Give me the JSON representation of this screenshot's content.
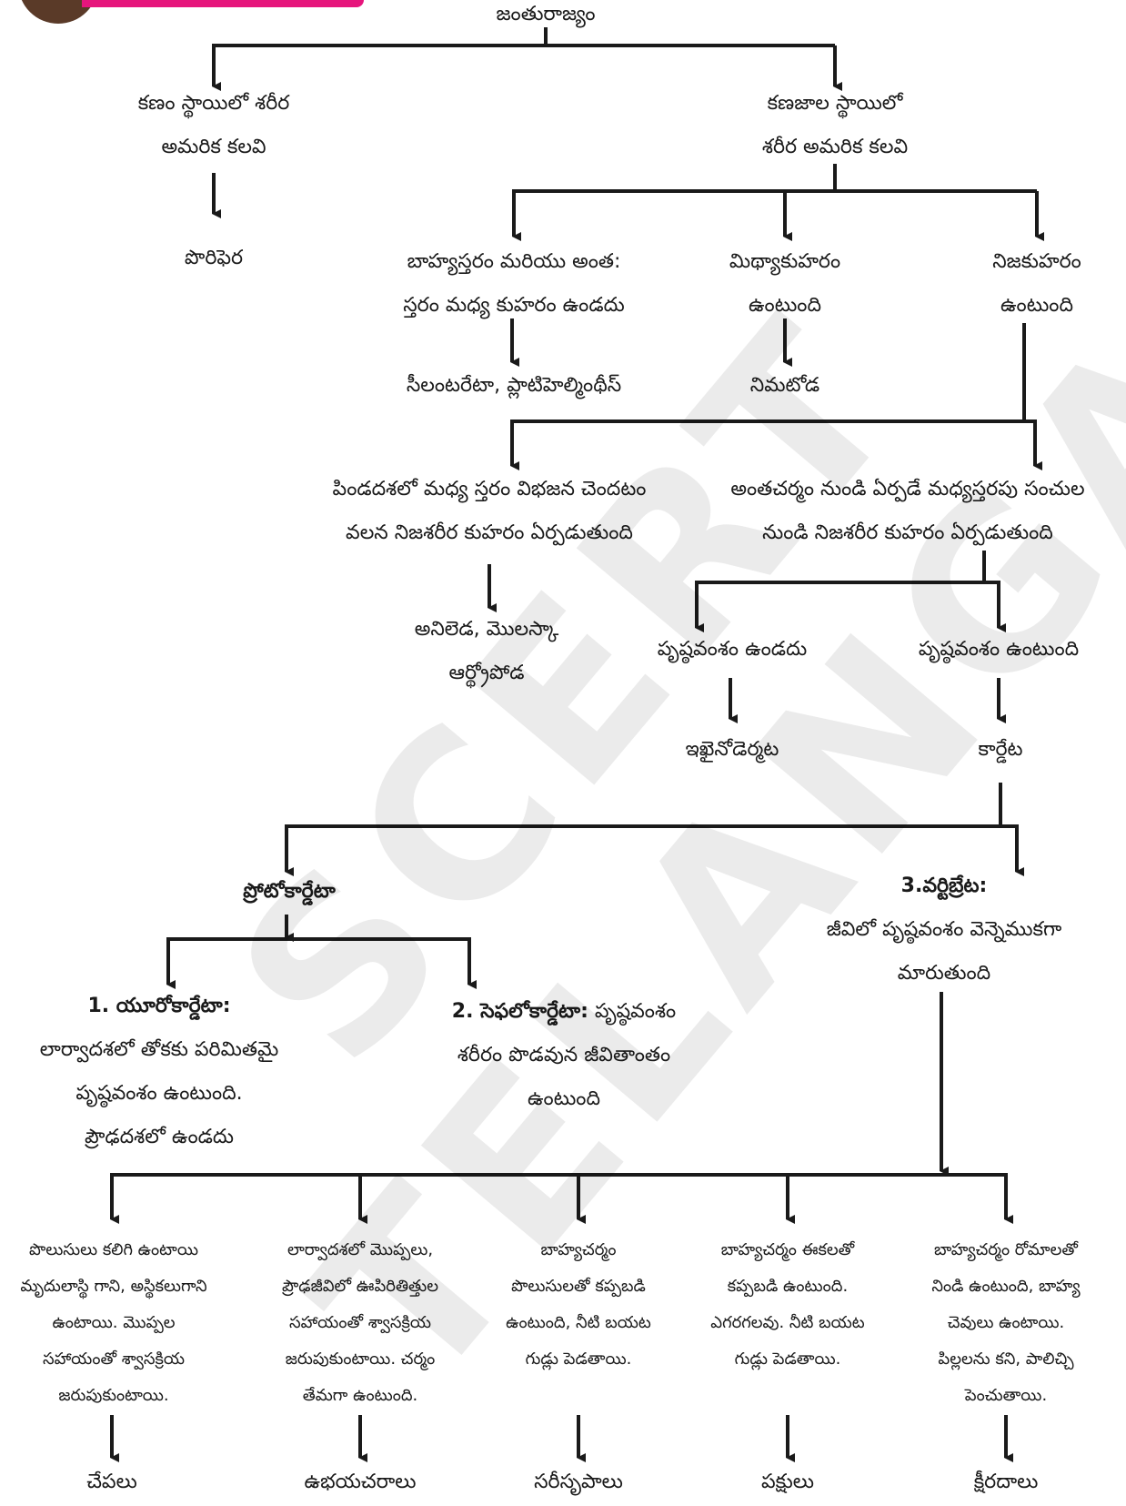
{
  "root": "జంతురాజ్యం",
  "cell_level": [
    "కణం స్థాయిలో శరీర",
    "అమరిక కలవి"
  ],
  "porifera": "పొరిఫెర",
  "tissue_level": [
    "కణజాల స్థాయిలో",
    "శరీర అమరిక కలవి"
  ],
  "acoelom": [
    "బాహ్యస్తరం మరియు అంత:",
    "స్తరం మధ్య కుహరం ఉండదు"
  ],
  "acoelom_groups": "సీలంటరేటా, ప్లాటిహెల్మింథీస్",
  "pseudocoelom": [
    "మిథ్యాకుహరం",
    "ఉంటుంది"
  ],
  "nematoda": "నిమటోడ",
  "coelom": [
    "నిజకుహరం",
    "ఉంటుంది"
  ],
  "schizocoel": [
    "పిండదశలో మధ్య స్తరం విభజన చెందటం",
    "వలన నిజశరీర కుహరం ఏర్పడుతుంది"
  ],
  "schizocoel_groups": [
    "అనిలెడ, మొలస్కా",
    "ఆర్థ్రోపోడ"
  ],
  "enterocoel": [
    "అంతచర్మం నుండి ఏర్పడే మధ్యస్తరపు సంచుల",
    "నుండి నిజశరీర కుహరం ఏర్పడుతుంది"
  ],
  "no_notochord": "పృష్ఠవంశం ఉండదు",
  "echinodermata": "ఇఖైనోడెర్మట",
  "notochord": "పృష్ఠవంశం ఉంటుంది",
  "chordata": "కార్డేట",
  "protochordata": "ప్రోటోకార్డేటా",
  "urochordata": {
    "title": "1. యూరోకార్డేటా:",
    "lines": [
      "లార్వాదశలో తోకకు పరిమితమై",
      "పృష్ఠవంశం ఉంటుంది.",
      "ప్రౌఢదశలో ఉండదు"
    ]
  },
  "cephalochordata": {
    "title": "2. సెఫలోకార్డేటా:",
    "title_rest": " పృష్ఠవంశం",
    "lines": [
      "శరీరం పొడవున జీవితాంతం",
      "ఉంటుంది"
    ]
  },
  "vertebrata": {
    "title": "3.వర్టిబ్రేట:",
    "lines": [
      "జీవిలో పృష్ఠవంశం వెన్నెముకగా",
      "మారుతుంది"
    ]
  },
  "classes": [
    {
      "desc": [
        "పొలుసులు కలిగి ఉంటాయి",
        "మృదులాస్థి గాని, అస్థికలుగాని",
        "ఉంటాయి. మొప్పల",
        "సహాయంతో శ్వాసక్రియ",
        "జరుపుకుంటాయి."
      ],
      "name": "చేపలు"
    },
    {
      "desc": [
        "లార్వాదశలో మొప్పలు,",
        "ప్రౌఢజీవిలో ఊపిరితిత్తుల",
        "సహాయంతో శ్వాసక్రియ",
        "జరుపుకుంటాయి. చర్మం",
        "తేమగా ఉంటుంది."
      ],
      "name": "ఉభయచరాలు"
    },
    {
      "desc": [
        "బాహ్యచర్మం",
        "పొలుసులతో కప్పబడి",
        "ఉంటుంది, నీటి బయట",
        "గుడ్లు పెడతాయి."
      ],
      "name": "సరీసృపాలు"
    },
    {
      "desc": [
        "బాహ్యచర్మం ఈకలతో",
        "కప్పబడి ఉంటుంది.",
        "ఎగరగలవు. నీటి బయట",
        "గుడ్లు పెడతాయి."
      ],
      "name": "పక్షులు"
    },
    {
      "desc": [
        "బాహ్యచర్మం రోమాలతో",
        "నిండి ఉంటుంది, బాహ్య",
        "చెవులు ఉంటాయి.",
        "పిల్లలను కని, పాలిచ్చి",
        "పెంచుతాయి."
      ],
      "name": "క్షీరదాలు"
    }
  ],
  "watermark": "SCERT TELANGANA",
  "colors": {
    "line": "#1a1a1a",
    "accent": "#e6157c",
    "watermark": "#d9d9d9"
  }
}
